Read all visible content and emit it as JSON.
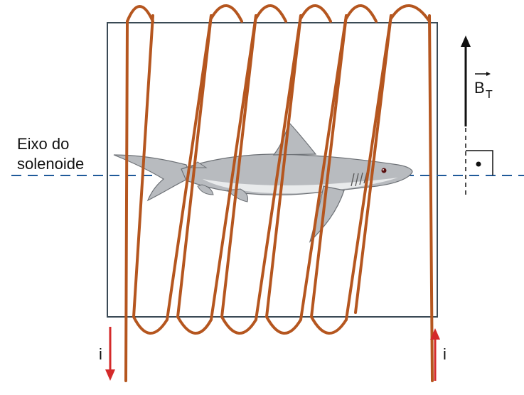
{
  "labels": {
    "axis_line1": "Eixo do",
    "axis_line2": "solenoide",
    "field_B": "B",
    "field_sub": "T",
    "current_left": "i",
    "current_right": "i"
  },
  "colors": {
    "coil": "#b5561f",
    "axis": "#1f5a9a",
    "box": "#3a4a55",
    "current_arrow": "#d42a2a",
    "field_arrow": "#111111",
    "shark_body": "#b8bbbf",
    "shark_belly": "#e9ebec"
  },
  "icons": {
    "shark": "shark-illustration",
    "perpendicular": "right-angle-marker-icon",
    "out_of_page": "dot-out-of-page-icon"
  }
}
